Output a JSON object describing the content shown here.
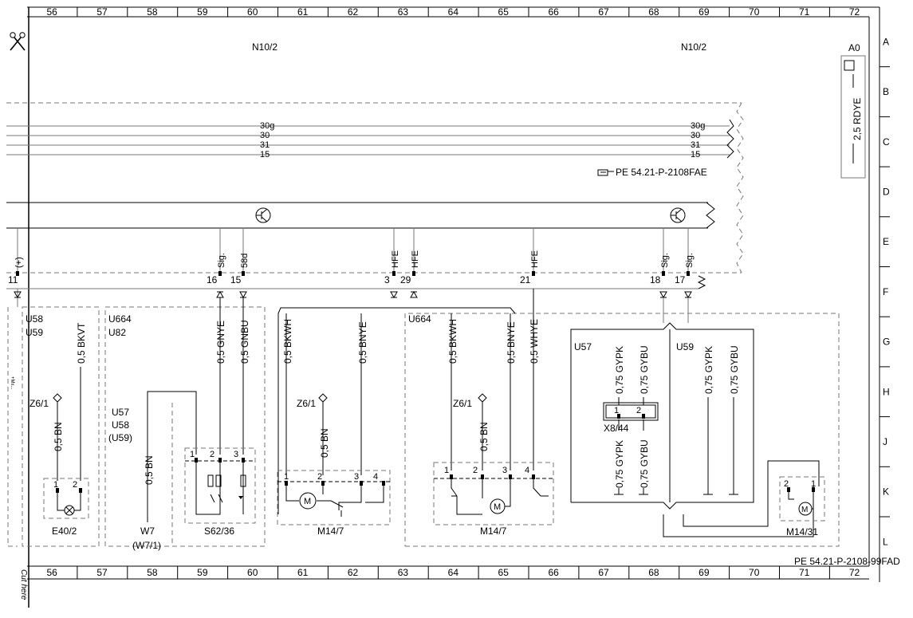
{
  "grid": {
    "columns": [
      "56",
      "57",
      "58",
      "59",
      "60",
      "61",
      "62",
      "63",
      "64",
      "65",
      "66",
      "67",
      "68",
      "69",
      "70",
      "71",
      "72"
    ],
    "rows": [
      "A",
      "B",
      "C",
      "D",
      "E",
      "F",
      "G",
      "H",
      "J",
      "K",
      "L"
    ]
  },
  "side_text": {
    "cut_here": "Cut here",
    "small_mark": "+Mx..."
  },
  "headers": {
    "n10_left": "N10/2",
    "n10_right": "N10/2"
  },
  "legend_box": {
    "code": "A0",
    "wire": "2,5 RDYE"
  },
  "bus": {
    "labels": [
      "30g",
      "30",
      "31",
      "15"
    ]
  },
  "references": {
    "pe_upper": "PE 54.21-P-2108FAE",
    "pe_footer": "PE 54.21-P-2108-99FAD"
  },
  "pins": {
    "p11": {
      "num": "11",
      "sig": "(+)"
    },
    "p16": {
      "num": "16",
      "sig": "Sig."
    },
    "p15": {
      "num": "15",
      "sig": "58d"
    },
    "p3": {
      "num": "3",
      "sig": "HFE"
    },
    "p29": {
      "num": "29",
      "sig": "HFE"
    },
    "p21": {
      "num": "21",
      "sig": "HFE"
    },
    "p18": {
      "num": "18",
      "sig": "Sig."
    },
    "p17": {
      "num": "17",
      "sig": "Sig."
    }
  },
  "variants": {
    "u58": "U58",
    "u59": "U59",
    "u664_a": "U664",
    "u82": "U82",
    "u664_b": "U664",
    "u57_a": "U57",
    "u58_b": "U58",
    "u59_paren": "(U59)",
    "u57_b": "U57",
    "u59_b": "U59"
  },
  "wires": {
    "bkvt": "0,5 BKVT",
    "gnye": "0,5 GNYE",
    "gnbu": "0,5 GNBU",
    "bkwh_1": "0,5 BKWH",
    "bnye_1": "0,5 BNYE",
    "bkwh_2": "0,5 BKWH",
    "bnye_2": "0,5 BNYE",
    "whye": "0,5 WHYE",
    "gypk_1": "0,75 GYPK",
    "gybu_1": "0,75 GYBU",
    "gypk_2": "0,75 GYPK",
    "gybu_2": "0,75 GYBU",
    "gypk_3": "0,75 GYPK",
    "gybu_3": "0,75 GYBU",
    "bn_1": "0,5 BN",
    "bn_2": "0,5 BN",
    "bn_3": "0,5 BN",
    "bn_4": "0,5 BN"
  },
  "grounds": {
    "g1": "Z6/1",
    "g2": "Z6/1",
    "g3": "Z6/1"
  },
  "components": {
    "e40": "E40/2",
    "w7": "W7",
    "w7_paren": "(W7/1)",
    "s62": "S62/36",
    "m14_a": "M14/7",
    "m14_b": "M14/7",
    "x8": "X8/44",
    "m14_31": "M14/31"
  },
  "conn_pins": {
    "e40_1": "1",
    "e40_2": "2",
    "s62_1": "1",
    "s62_2": "2",
    "s62_3": "3",
    "m1_1": "1",
    "m1_2": "2",
    "m1_3": "3",
    "m1_4": "4",
    "m2_1": "1",
    "m2_2": "2",
    "m2_3": "3",
    "m2_4": "4",
    "x8_1": "1",
    "x8_2": "2",
    "m31_2": "2",
    "m31_1": "1"
  },
  "motor_symbol": "M"
}
